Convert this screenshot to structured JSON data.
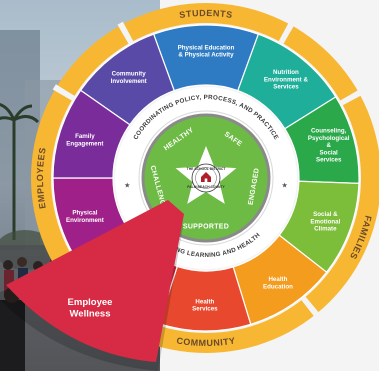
{
  "outer_ring": {
    "students": "STUDENTS",
    "families": "FAMILIES",
    "community": "COMMUNITY",
    "employees": "EMPLOYEES"
  },
  "inner_ring": {
    "top_text": "COORDINATING POLICY, PROCESS, AND PRACTICE",
    "bottom_text": "IMPROVING LEARNING AND HEALTH"
  },
  "core_words": [
    "HEALTHY",
    "SAFE",
    "ENGAGED",
    "SUPPORTED",
    "CHALLENGED"
  ],
  "seal": {
    "top": "THE SCHOOL DISTRICT",
    "bottom": "PALM BEACH COUNTY"
  },
  "segments": [
    {
      "lines": [
        "Physical Education",
        "& Physical Activity"
      ],
      "color": "#2e7bc4"
    },
    {
      "lines": [
        "Nutrition",
        "Environment &",
        "Services"
      ],
      "color": "#1fae9a"
    },
    {
      "lines": [
        "Counseling,",
        "Psychological",
        "&",
        "Social",
        "Services"
      ],
      "color": "#2aa84a"
    },
    {
      "lines": [
        "Social &",
        "Emotional",
        "Climate"
      ],
      "color": "#7cbd3a"
    },
    {
      "lines": [
        "Health",
        "Education"
      ],
      "color": "#f39c1e"
    },
    {
      "lines": [
        "Health",
        "Services"
      ],
      "color": "#e8492e"
    },
    {
      "lines": [
        "Physical",
        "Environment"
      ],
      "color": "#a0208a"
    },
    {
      "lines": [
        "Family",
        "Engagement"
      ],
      "color": "#7a2d9a"
    },
    {
      "lines": [
        "Community",
        "Involvement"
      ],
      "color": "#5a4aa8"
    }
  ],
  "highlight": {
    "lines": [
      "Employee",
      "Wellness"
    ],
    "color": "#d62a45"
  },
  "colors": {
    "outer_ring": "#f7b733",
    "band_bg": "#ffffff",
    "core_green": "#6dbb45",
    "core_rim": "#8a8a8a"
  }
}
